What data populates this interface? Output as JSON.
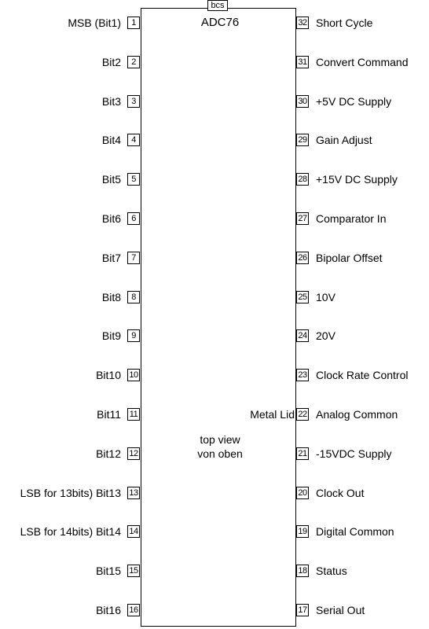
{
  "chip": {
    "name": "ADC76",
    "notch_label": "bcs",
    "view_line1": "top view",
    "view_line2": "von oben",
    "extra_label": "Metal Lid"
  },
  "left_pins": [
    {
      "num": "1",
      "label": "MSB (Bit1)"
    },
    {
      "num": "2",
      "label": "Bit2"
    },
    {
      "num": "3",
      "label": "Bit3"
    },
    {
      "num": "4",
      "label": "Bit4"
    },
    {
      "num": "5",
      "label": "Bit5"
    },
    {
      "num": "6",
      "label": "Bit6"
    },
    {
      "num": "7",
      "label": "Bit7"
    },
    {
      "num": "8",
      "label": "Bit8"
    },
    {
      "num": "9",
      "label": "Bit9"
    },
    {
      "num": "10",
      "label": "Bit10"
    },
    {
      "num": "11",
      "label": "Bit11"
    },
    {
      "num": "12",
      "label": "Bit12"
    },
    {
      "num": "13",
      "label": "LSB for 13bits) Bit13"
    },
    {
      "num": "14",
      "label": "LSB for 14bits) Bit14"
    },
    {
      "num": "15",
      "label": "Bit15"
    },
    {
      "num": "16",
      "label": "Bit16"
    }
  ],
  "right_pins": [
    {
      "num": "32",
      "label": "Short Cycle"
    },
    {
      "num": "31",
      "label": "Convert Command"
    },
    {
      "num": "30",
      "label": "+5V DC Supply"
    },
    {
      "num": "29",
      "label": "Gain Adjust"
    },
    {
      "num": "28",
      "label": "+15V DC Supply"
    },
    {
      "num": "27",
      "label": "Comparator In"
    },
    {
      "num": "26",
      "label": "Bipolar Offset"
    },
    {
      "num": "25",
      "label": "10V"
    },
    {
      "num": "24",
      "label": "20V"
    },
    {
      "num": "23",
      "label": "Clock Rate Control"
    },
    {
      "num": "22",
      "label": "Analog Common"
    },
    {
      "num": "21",
      "label": "-15VDC Supply"
    },
    {
      "num": "20",
      "label": "Clock Out"
    },
    {
      "num": "19",
      "label": "Digital Common"
    },
    {
      "num": "18",
      "label": "Status"
    },
    {
      "num": "17",
      "label": "Serial Out"
    }
  ]
}
